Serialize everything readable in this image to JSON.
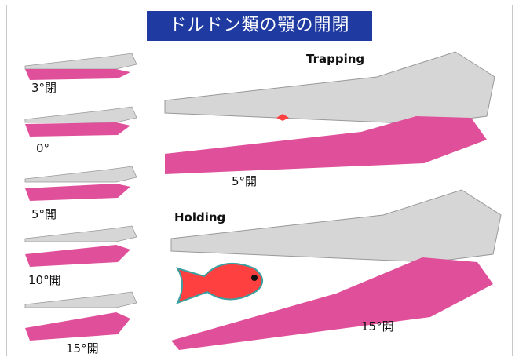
{
  "title": "ドルドン類の顎の開閉",
  "colors": {
    "banner": "#1f3aa0",
    "jaw": "#e0509a",
    "skull": "#d6d6d6",
    "fish": "#ff4040"
  },
  "thumbnails": [
    {
      "label": "3°閉"
    },
    {
      "label": "0°"
    },
    {
      "label": "5°開"
    },
    {
      "label": "10°開"
    },
    {
      "label": "15°開"
    }
  ],
  "trapping": {
    "caption": "Trapping",
    "angle_label": "5°開"
  },
  "holding": {
    "caption": "Holding",
    "angle_label": "15°開"
  }
}
